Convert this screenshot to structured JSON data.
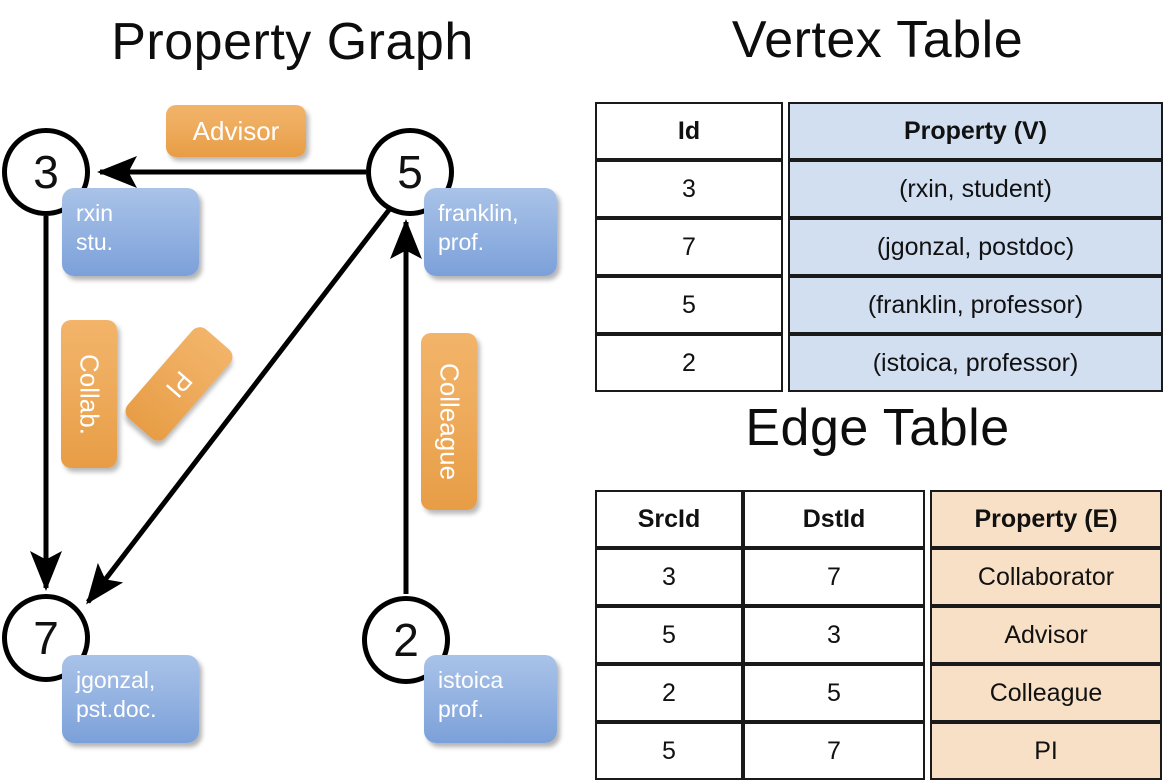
{
  "titles": {
    "property_graph": "Property Graph",
    "vertex_table": "Vertex Table",
    "edge_table": "Edge Table"
  },
  "colors": {
    "vertex_property_fill": "#d2dff1",
    "edge_property_fill": "#f8e0c6",
    "node_box_fill": "#96b4e2",
    "edge_label_fill": "#eeab5c",
    "stroke": "#000000"
  },
  "graph": {
    "nodes": [
      {
        "id": "3",
        "property_lines": [
          "rxin",
          "stu."
        ]
      },
      {
        "id": "5",
        "property_lines": [
          "franklin,",
          "prof."
        ]
      },
      {
        "id": "7",
        "property_lines": [
          "jgonzal,",
          "pst.doc."
        ]
      },
      {
        "id": "2",
        "property_lines": [
          "istoica",
          "prof."
        ]
      }
    ],
    "edge_labels": {
      "advisor": "Advisor",
      "collab": "Collab.",
      "pi": "PI",
      "colleague": "Colleague"
    },
    "edges": [
      {
        "src": "3",
        "dst": "7",
        "label": "Collab."
      },
      {
        "src": "5",
        "dst": "3",
        "label": "Advisor"
      },
      {
        "src": "2",
        "dst": "5",
        "label": "Colleague"
      },
      {
        "src": "5",
        "dst": "7",
        "label": "PI"
      }
    ]
  },
  "vertex_table": {
    "headers": [
      "Id",
      "Property (V)"
    ],
    "rows": [
      {
        "id": "3",
        "property": "(rxin, student)"
      },
      {
        "id": "7",
        "property": "(jgonzal, postdoc)"
      },
      {
        "id": "5",
        "property": "(franklin, professor)"
      },
      {
        "id": "2",
        "property": "(istoica, professor)"
      }
    ]
  },
  "edge_table": {
    "headers": [
      "SrcId",
      "DstId",
      "Property (E)"
    ],
    "rows": [
      {
        "src": "3",
        "dst": "7",
        "property": "Collaborator"
      },
      {
        "src": "5",
        "dst": "3",
        "property": "Advisor"
      },
      {
        "src": "2",
        "dst": "5",
        "property": "Colleague"
      },
      {
        "src": "5",
        "dst": "7",
        "property": "PI"
      }
    ]
  }
}
